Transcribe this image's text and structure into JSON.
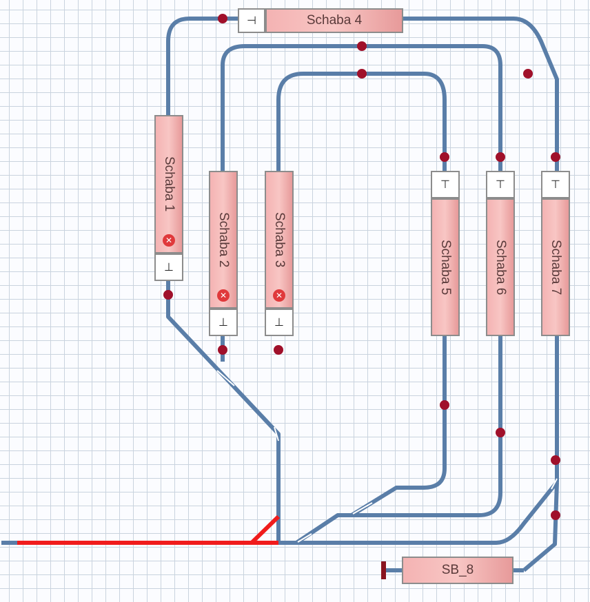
{
  "blocks": {
    "b1": "Schaba 1",
    "b2": "Schaba 2",
    "b3": "Schaba 3",
    "b4": "Schaba 4",
    "b5": "Schaba 5",
    "b6": "Schaba 6",
    "b7": "Schaba 7",
    "b8": "SB_8"
  },
  "colors": {
    "track": "#5a7ea8",
    "route": "#f01c1c",
    "sensor": "#a0102a"
  }
}
